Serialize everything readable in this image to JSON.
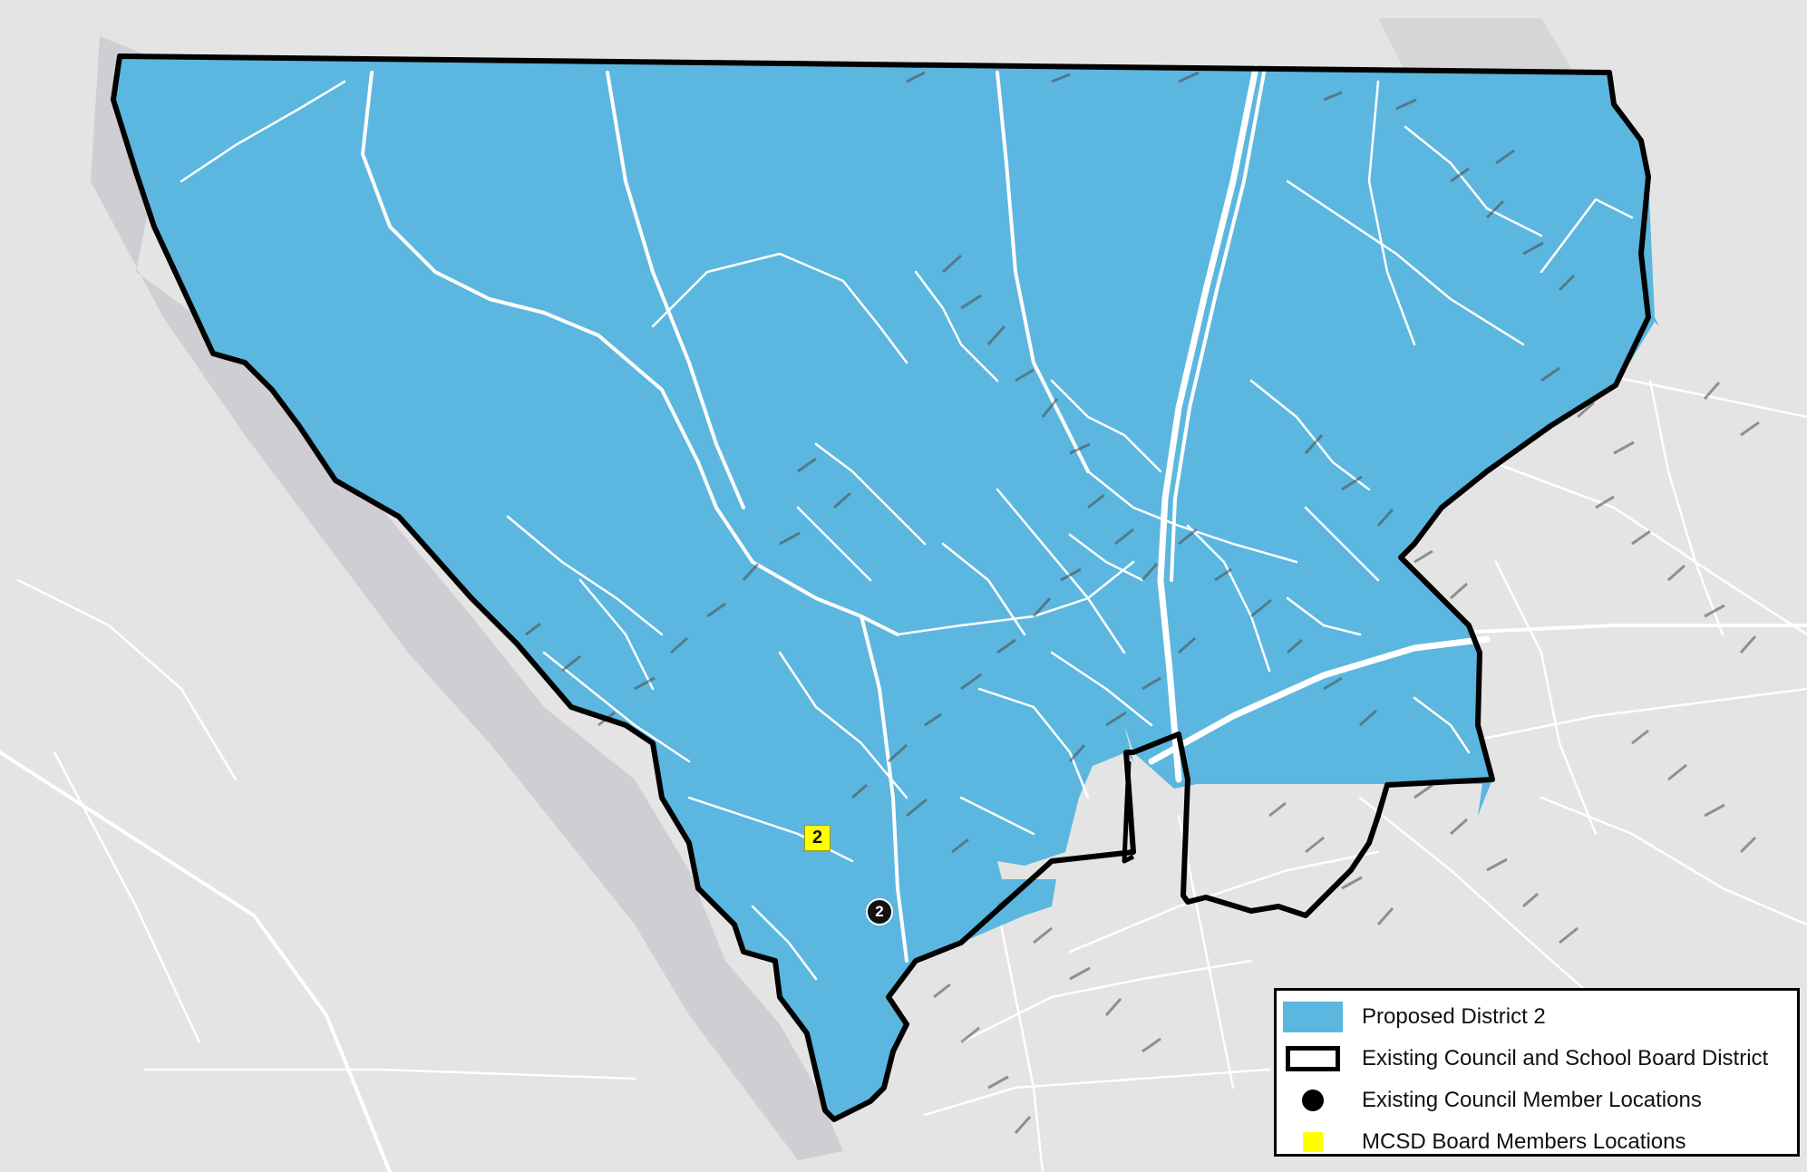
{
  "map": {
    "district_fill": "#5bb7df",
    "boundary_color": "#000000",
    "base_color": "#e4e4e4",
    "road_color": "#ffffff"
  },
  "markers": {
    "council_member": {
      "label": "2",
      "color": "#111111"
    },
    "board_member": {
      "label": "2",
      "color": "#ffff00"
    }
  },
  "legend": {
    "items": [
      {
        "label": "Proposed District 2",
        "symbol": "fill",
        "color": "#5bb7df"
      },
      {
        "label": "Existing Council and School Board District",
        "symbol": "outline",
        "color": "#000000"
      },
      {
        "label": "Existing Council Member Locations",
        "symbol": "circle",
        "color": "#000000"
      },
      {
        "label": "MCSD Board Members Locations",
        "symbol": "square",
        "color": "#ffff00"
      }
    ]
  }
}
